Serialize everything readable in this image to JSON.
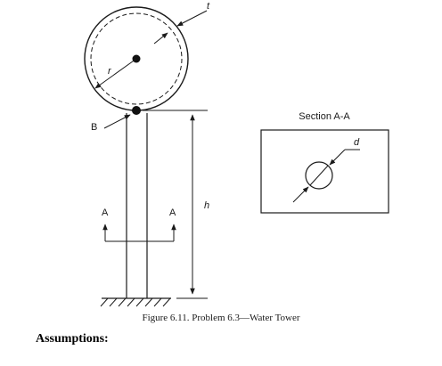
{
  "figure": {
    "labels": {
      "thickness": "t",
      "radius": "r",
      "point_b": "B",
      "height": "h",
      "section_cut_left": "A",
      "section_cut_right": "A",
      "section_title": "Section A-A",
      "diameter": "d"
    },
    "caption": "Figure 6.11. Problem 6.3—Water Tower"
  },
  "heading": "Assumptions:"
}
